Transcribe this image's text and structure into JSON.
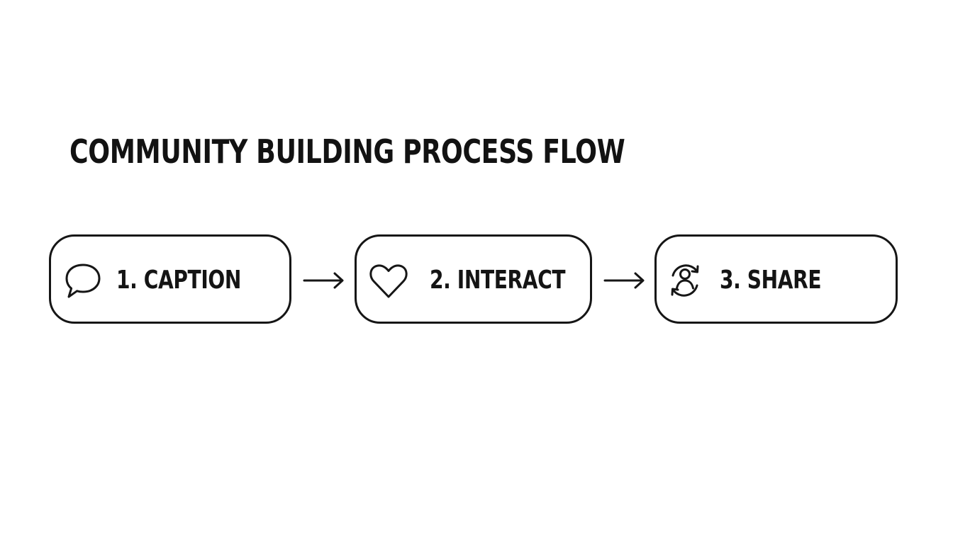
{
  "title": "COMMUNITY BUILDING PROCESS FLOW",
  "steps": [
    {
      "label": "1. CAPTION",
      "icon": "speech-bubble-icon"
    },
    {
      "label": "2. INTERACT",
      "icon": "heart-icon"
    },
    {
      "label": "3. SHARE",
      "icon": "user-sync-icon"
    }
  ],
  "connectors": [
    {
      "icon": "arrow-right-icon"
    },
    {
      "icon": "arrow-right-icon"
    }
  ],
  "colors": {
    "background": "#ffffff",
    "stroke": "#161616",
    "text": "#121212"
  }
}
